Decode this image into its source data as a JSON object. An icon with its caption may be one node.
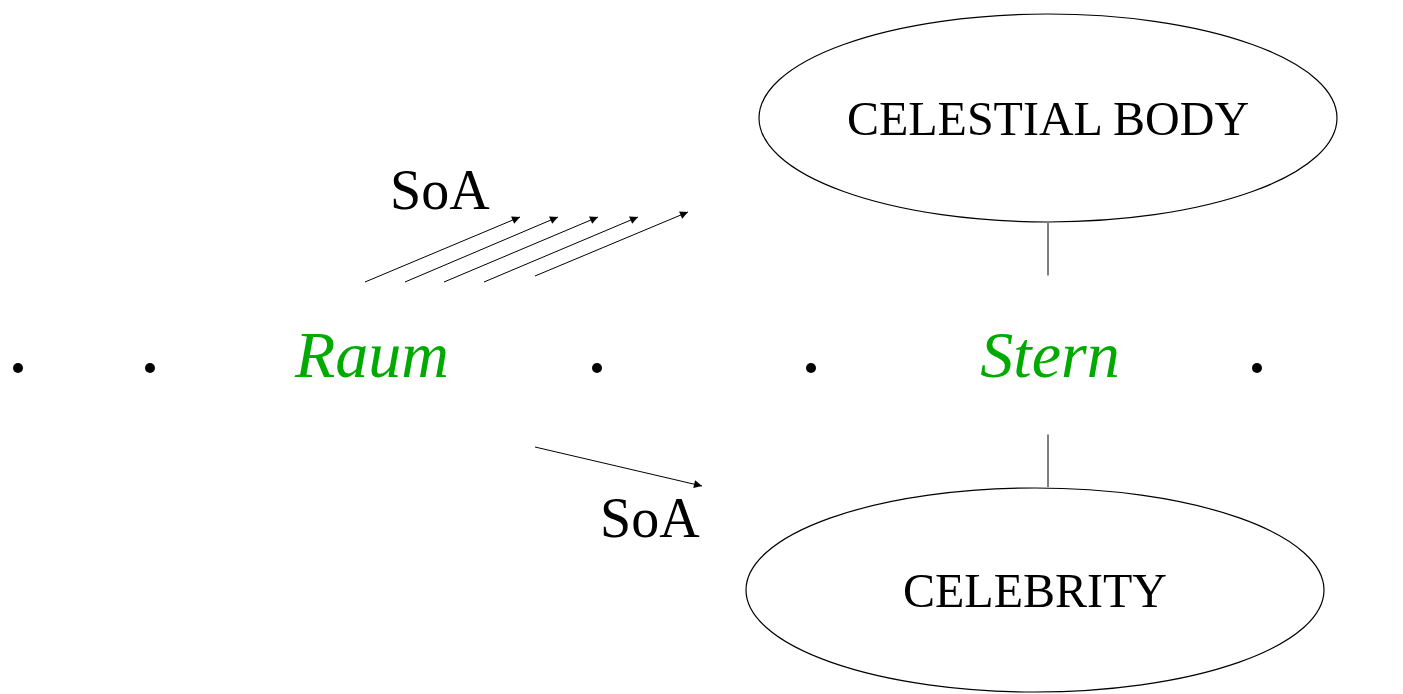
{
  "diagram": {
    "nodes": [
      {
        "text": [
          "CELESTIAL BODY"
        ]
      },
      {
        "text": [
          "Stern"
        ]
      },
      {
        "text": [
          "CELEBRITY"
        ]
      },
      {
        "text": [
          "Raum"
        ]
      }
    ],
    "edges": [
      {
        "from": 1,
        "to": 0,
        "arrow": "none"
      },
      {
        "from": 1,
        "to": 2,
        "arrow": "none"
      }
    ],
    "labels": [
      "SoA",
      "SoA"
    ]
  }
}
